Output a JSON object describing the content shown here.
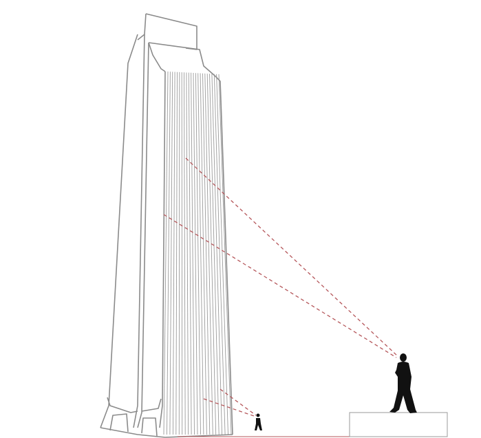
{
  "colors": {
    "background": "#ffffff",
    "outline": "#8a8a8a",
    "facade_lines": "#9a9a9a",
    "sightline": "#b5565a",
    "ground_line": "#b5565a",
    "silhouette": "#111111",
    "platform": "#9a9a9a"
  },
  "icons": {
    "tower": "skyscraper-outline",
    "near_figure": "person-silhouette",
    "far_figure": "person-silhouette",
    "platform": "raised-platform"
  }
}
